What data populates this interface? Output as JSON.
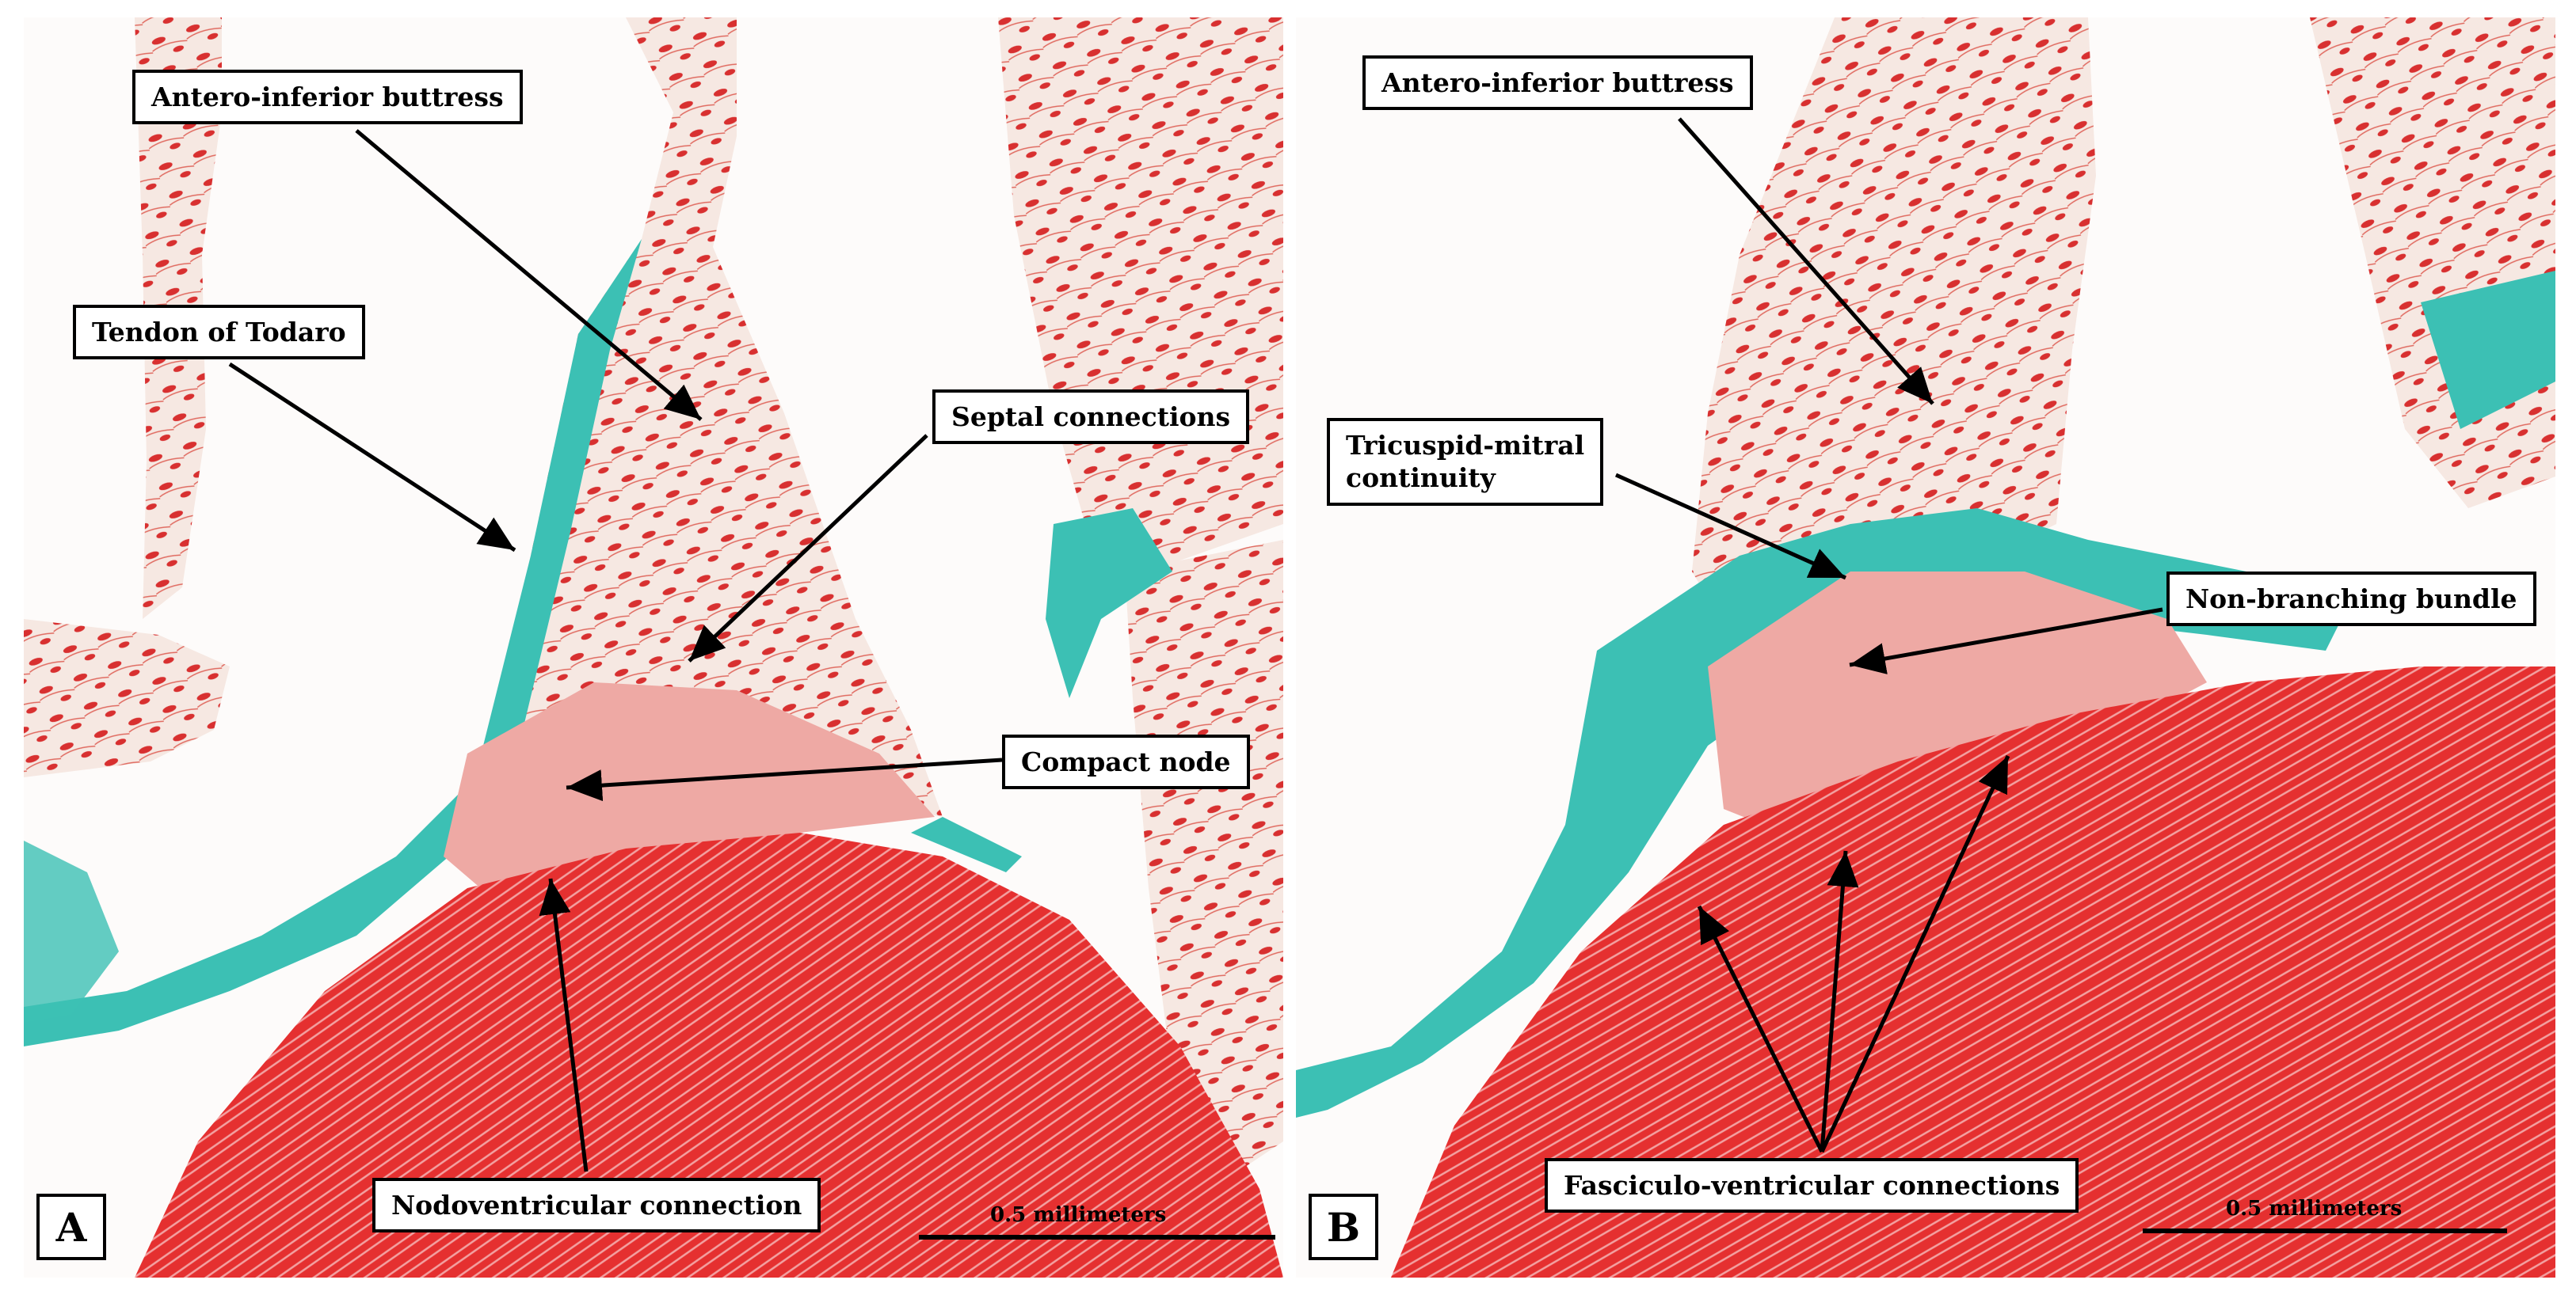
{
  "panels": [
    {
      "letter": "A",
      "scale_label": "0.5 millimeters",
      "labels": {
        "antero_inferior_buttress": "Antero-inferior buttress",
        "tendon_of_todaro": "Tendon of Todaro",
        "septal_connections": "Septal connections",
        "compact_node": "Compact node",
        "nodoventricular_connection": "Nodoventricular connection"
      }
    },
    {
      "letter": "B",
      "scale_label": "0.5 millimeters",
      "labels": {
        "antero_inferior_buttress": "Antero-inferior buttress",
        "tricuspid_mitral_continuity": "Tricuspid-mitral\ncontinuity",
        "non_branching_bundle": "Non-branching bundle",
        "fasciculo_ventricular_connections": "Fasciculo-ventricular connections"
      }
    }
  ],
  "colors": {
    "myocardium": "#e02828",
    "collagen": "#3cc0b4",
    "background": "#fdfbfa"
  }
}
